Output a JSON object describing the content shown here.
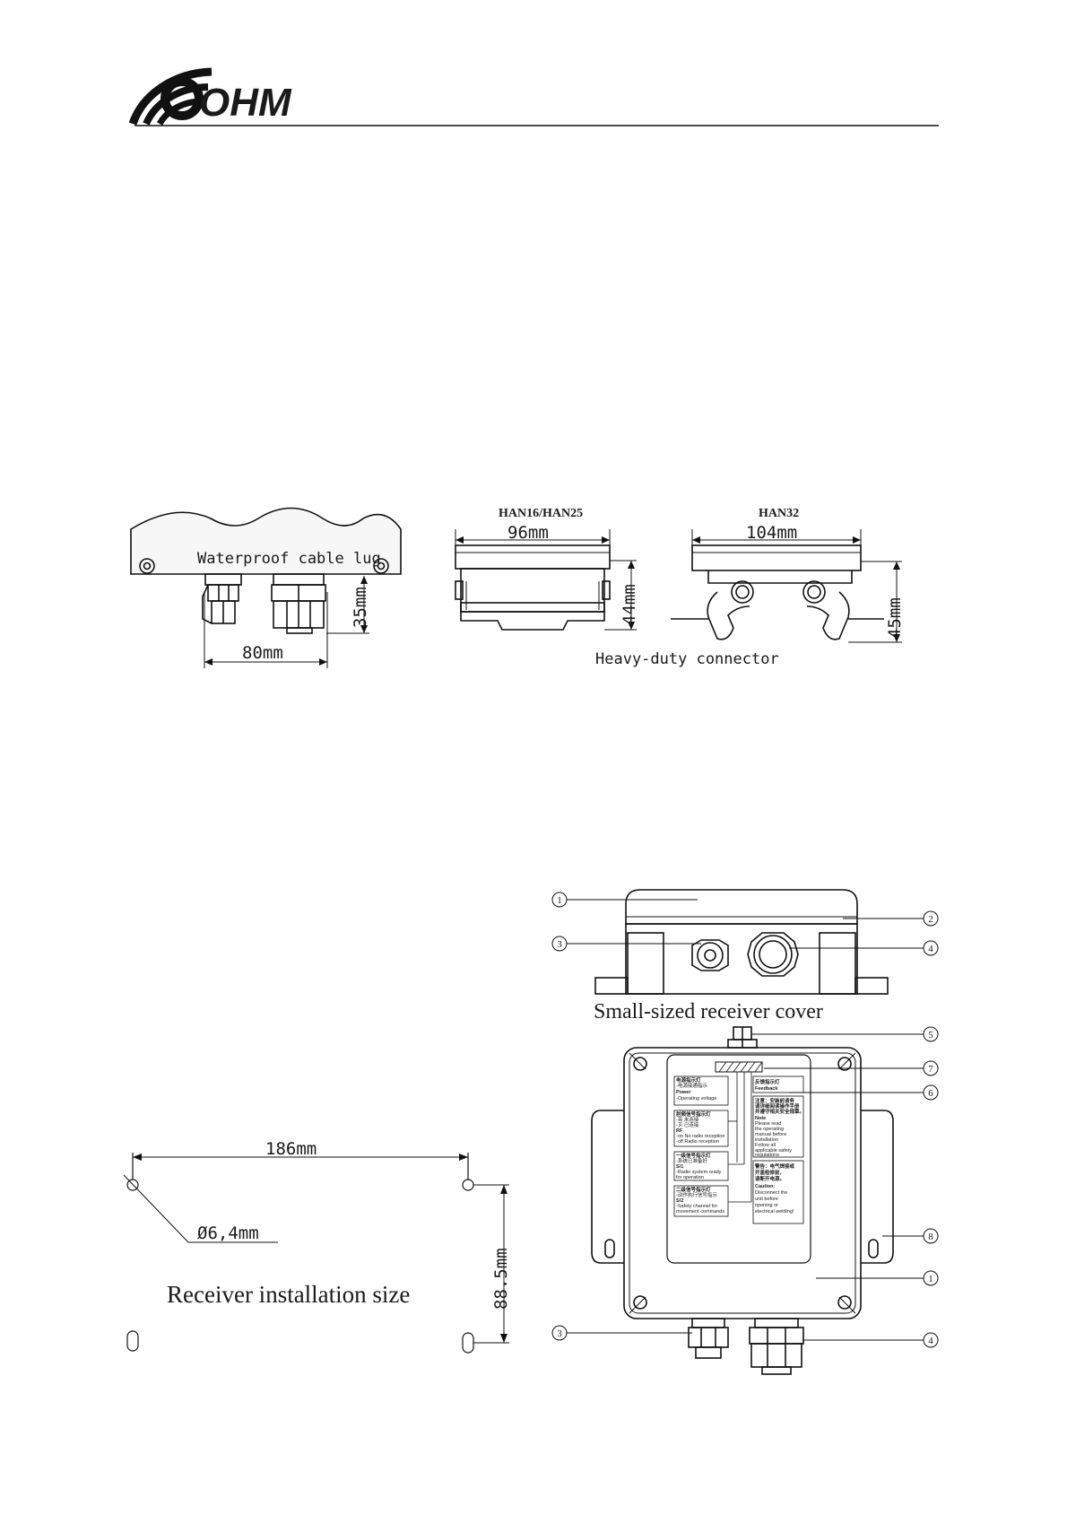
{
  "header": {
    "logo_text": "OHM",
    "logo_color": "#111111"
  },
  "connectors": {
    "cable_lug": {
      "label": "Waterproof cable lug",
      "width": "80mm",
      "height": "35mm"
    },
    "han16": {
      "title": "HAN16/HAN25",
      "width": "96mm",
      "height": "44mm"
    },
    "han32": {
      "title": "HAN32",
      "width": "104mm",
      "height": "45mm"
    },
    "heavy_duty_label": "Heavy-duty connector"
  },
  "installation": {
    "width": "186mm",
    "hole_diameter": "Ø6,4mm",
    "height": "88.5mm",
    "caption": "Receiver installation size"
  },
  "receiver": {
    "cover_caption": "Small-sized receiver cover",
    "callouts": {
      "c1": "1",
      "c2": "2",
      "c3": "3",
      "c4": "4",
      "c5": "5",
      "c6": "6",
      "c7": "7",
      "c8": "8"
    },
    "label_panel": {
      "power_zh": "电源指示灯",
      "power_zh2": "-电源接通指示",
      "power_en": "Power",
      "power_en2": "-Operating voltage",
      "radio_zh": "射频信号指示灯",
      "radio_zh2": "-亮    未连接",
      "radio_zh3": "-灭    已连接",
      "radio_en": "RF",
      "radio_en2": "-on  No radio reception",
      "radio_en3": "-off Radio reception",
      "s1_zh": "一级信号指示灯",
      "s1_zh2": "-系统已准备好",
      "s1_en": "S/1",
      "s1_en2": "-Radio system ready",
      "s1_en3": " for operation",
      "s2_zh": "二级信号指示灯",
      "s2_zh2": "-动作执行信号指示",
      "s2_en": "S/2",
      "s2_en2": "-Safety channel for",
      "s2_en3": " movement commands",
      "feedback_zh": "反馈指示灯",
      "feedback_en": "Feedback",
      "note_zh": "注意：安装前请务",
      "note_zh2": "请详细阅读操作手册",
      "note_zh3": "并遵守相关安全规章。",
      "note_en": "Note",
      "note_en2": "Please read",
      "note_en3": "the operating",
      "note_en4": "manual before",
      "note_en5": "installation",
      "note_en6": "Follow all",
      "note_en7": "applicable safety",
      "note_en8": "regulations",
      "warn_zh": "警告：电气焊接或",
      "warn_zh2": "开盖检修前，",
      "warn_zh3": "请断开电源。",
      "warn_en": "Caution:",
      "warn_en2": "Disconnect the",
      "warn_en3": "unit before",
      "warn_en4": "opening or",
      "warn_en5": "electrical welding!"
    }
  }
}
